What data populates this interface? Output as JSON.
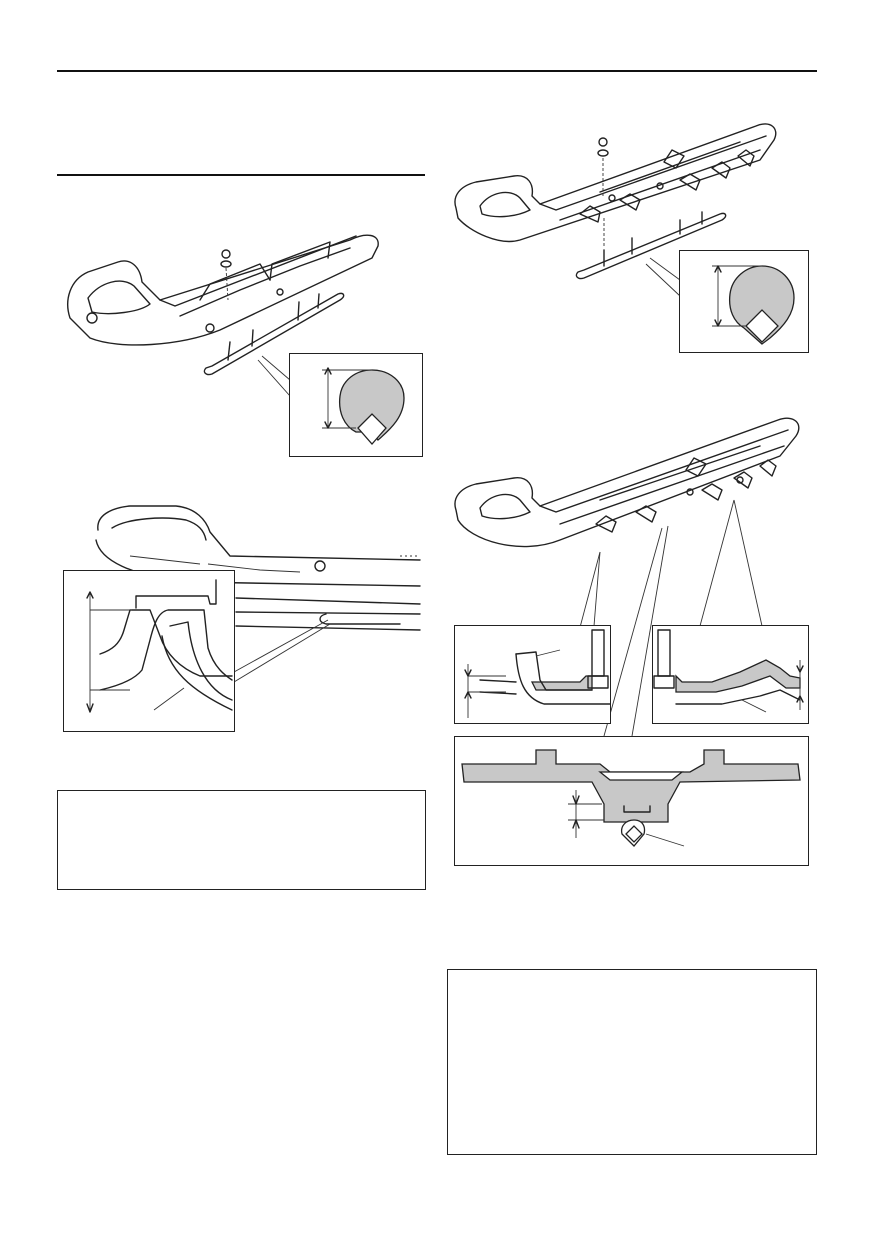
{
  "document": {
    "header_rule": "top-rule",
    "section_rule": "section-rule",
    "figures": [
      {
        "id": "ski-assembly-left",
        "icon": "ski-with-runner-illustration"
      },
      {
        "id": "ski-assembly-right-top",
        "icon": "ski-with-runner-illustration"
      },
      {
        "id": "ski-wear-left",
        "icon": "ski-wear-detail-illustration"
      },
      {
        "id": "ski-wear-right",
        "icon": "ski-wear-sections-illustration"
      }
    ],
    "note_boxes": [
      {
        "id": "note-box-left",
        "text": ""
      },
      {
        "id": "note-box-right",
        "text": ""
      }
    ]
  },
  "colors": {
    "line": "#222222",
    "fill_gray": "#c8c8c8",
    "background": "#ffffff"
  }
}
